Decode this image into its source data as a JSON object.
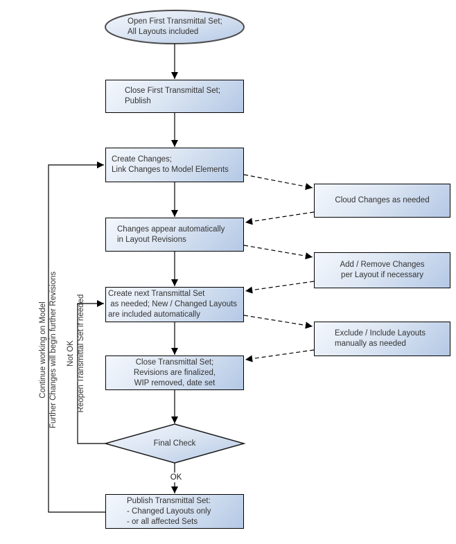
{
  "diagram_title": "Transmittal Set workflow flowchart",
  "colors": {
    "node_fill_light": "#f4f7fd",
    "node_fill_dark": "#b4c8e5",
    "node_border": "#000000",
    "ellipse_border": "#4d4d4d",
    "text": "#333333",
    "connector": "#000000",
    "background": "#ffffff"
  },
  "nodes": {
    "start": {
      "lines": [
        "Open First Transmittal Set;",
        "All Layouts included"
      ]
    },
    "close_first": {
      "lines": [
        "Close First Transmittal Set;",
        "Publish"
      ]
    },
    "create_changes": {
      "lines": [
        "Create Changes;",
        "Link Changes to Model Elements"
      ]
    },
    "changes_appear": {
      "lines": [
        "Changes appear automatically",
        "in Layout Revisions"
      ]
    },
    "create_next": {
      "lines": [
        "Create next Transmittal Set",
        " as needed; New / Changed Layouts",
        "are included automatically"
      ]
    },
    "close_set": {
      "lines": [
        "Close Transmittal Set;",
        "Revisions are finalized,",
        "WIP removed, date set"
      ]
    },
    "final_check": {
      "label": "Final Check"
    },
    "publish_set": {
      "lines": [
        "Publish Transmittal Set:",
        "- Changed Layouts only",
        "- or all affected Sets"
      ]
    },
    "cloud_changes": {
      "lines": [
        "Cloud Changes as needed"
      ]
    },
    "add_remove": {
      "lines": [
        "Add / Remove Changes",
        "per Layout if necessary"
      ]
    },
    "exclude_include": {
      "lines": [
        "Exclude / Include Layouts",
        "manually as needed"
      ]
    }
  },
  "edge_labels": {
    "ok": "OK",
    "not_ok": "Not OK",
    "reopen": "Reopen Transmittal Set if needed",
    "continue_model": "Continue working on Model",
    "further_changes": "Further Changes will begin further Revisions"
  }
}
